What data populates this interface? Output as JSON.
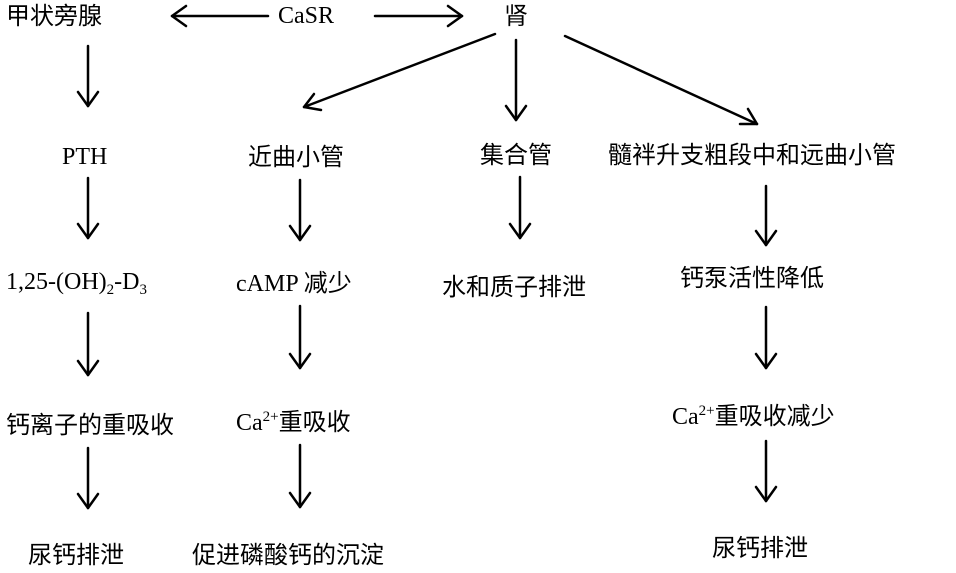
{
  "nodes": {
    "casr": "CaSR",
    "parathyroid": "甲状旁腺",
    "kidney": "肾",
    "pth": "PTH",
    "vitd_prefix": "1,25-(OH)",
    "vitd_sub": "2",
    "vitd_mid": "-D",
    "vitd_sub2": "3",
    "ca_reabsorb_left": "钙离子的重吸收",
    "urinary_ca_left": "尿钙排泄",
    "proximal_tubule": "近曲小管",
    "camp_decrease": "cAMP 减少",
    "ca_base": "Ca",
    "ca_sup": "2+",
    "ca_reabsorb_mid_suffix": "重吸收",
    "precipitation": "促进磷酸钙的沉淀",
    "collecting_duct": "集合管",
    "water_proton": "水和质子排泄",
    "loop_distal": "髓袢升支粗段中和远曲小管",
    "ca_pump_decrease": "钙泵活性降低",
    "ca_reabsorb_right_suffix": "重吸收减少",
    "urinary_ca_right": "尿钙排泄"
  },
  "colors": {
    "ink": "#000000",
    "background": "#ffffff"
  }
}
